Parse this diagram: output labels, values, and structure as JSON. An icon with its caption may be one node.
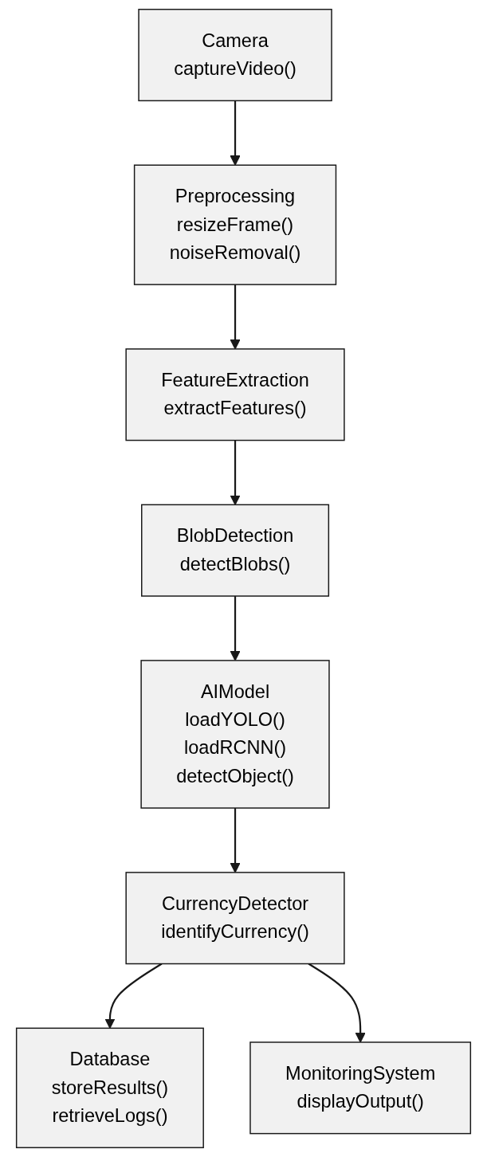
{
  "diagram": {
    "nodes": [
      {
        "text": [
          "Camera",
          "captureVideo()"
        ]
      },
      {
        "text": [
          "Preprocessing",
          "resizeFrame()",
          "noiseRemoval()"
        ]
      },
      {
        "text": [
          "FeatureExtraction",
          "extractFeatures()"
        ]
      },
      {
        "text": [
          "BlobDetection",
          "detectBlobs()"
        ]
      },
      {
        "text": [
          "AIModel",
          "loadYOLO()",
          "loadRCNN()",
          "detectObject()"
        ]
      },
      {
        "text": [
          "CurrencyDetector",
          "identifyCurrency()"
        ]
      },
      {
        "text": [
          "Database",
          "storeResults()",
          "retrieveLogs()"
        ]
      },
      {
        "text": [
          "MonitoringSystem",
          "displayOutput()"
        ]
      }
    ],
    "edges": [
      {
        "from": 0,
        "to": 1,
        "arrow": "to"
      },
      {
        "from": 1,
        "to": 2,
        "arrow": "to"
      },
      {
        "from": 2,
        "to": 3,
        "arrow": "to"
      },
      {
        "from": 3,
        "to": 4,
        "arrow": "to"
      },
      {
        "from": 4,
        "to": 5,
        "arrow": "to"
      },
      {
        "from": 5,
        "to": 6,
        "arrow": "to"
      },
      {
        "from": 5,
        "to": 7,
        "arrow": "to"
      }
    ]
  }
}
